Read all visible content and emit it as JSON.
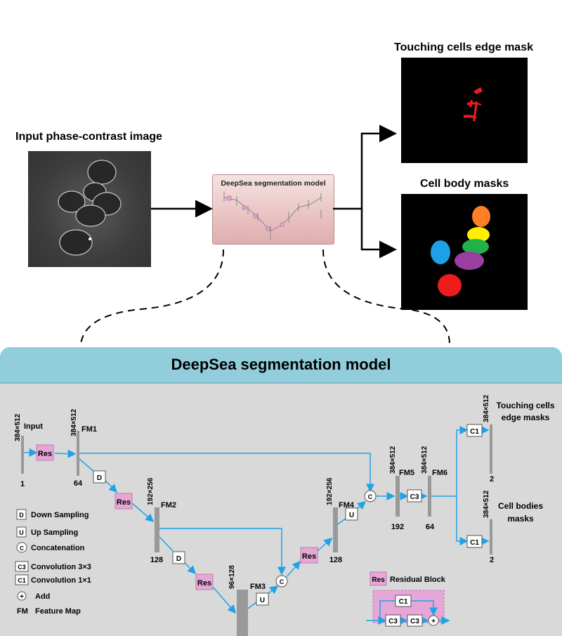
{
  "top": {
    "input_title": "Input phase-contrast image",
    "model_thumb_title": "DeepSea segmentation model",
    "edge_title": "Touching cells edge mask",
    "body_title": "Cell body masks"
  },
  "panel": {
    "title": "DeepSea segmentation model"
  },
  "net": {
    "input_label": "Input",
    "input_dim": "384×512",
    "input_ch": "1",
    "fm1": "FM1",
    "fm1_dim": "384×512",
    "fm1_ch": "64",
    "fm2": "FM2",
    "fm2_dim": "192×256",
    "fm2_ch": "128",
    "fm3": "FM3",
    "fm3_dim": "96×128",
    "fm4": "FM4",
    "fm4_dim": "192×256",
    "fm4_ch": "128",
    "fm5": "FM5",
    "fm5_dim": "384×512",
    "fm5_ch": "192",
    "fm6": "FM6",
    "fm6_dim": "384×512",
    "fm6_ch": "64",
    "out1_dim": "384×512",
    "out1_ch": "2",
    "out2_dim": "384×512",
    "out2_ch": "2",
    "out1_label_1": "Touching cells",
    "out1_label_2": "edge masks",
    "out2_label_1": "Cell bodies",
    "out2_label_2": "masks",
    "res": "Res",
    "d": "D",
    "u": "U",
    "c": "C",
    "c3": "C3",
    "c1": "C1",
    "plus": "+"
  },
  "legend": {
    "d_key": "D",
    "d_text": "Down Sampling",
    "u_key": "U",
    "u_text": "Up Sampling",
    "c_key": "C",
    "c_text": "Concatenation",
    "c3_key": "C3",
    "c3_text": "Convolution 3×3",
    "c1_key": "C1",
    "c1_text": "Convolution 1×1",
    "add_key": "+",
    "add_text": "Add",
    "fm_key": "FM",
    "fm_text": "Feature Map",
    "res_key": "Res",
    "res_text": "Residual Block"
  },
  "colors": {
    "arrow_blue": "#1fa3e6",
    "res_pink": "#e6a6d6",
    "panel_gray": "#d9d9d9",
    "header_blue": "#92cddc",
    "mask_red": "#ee1c1c",
    "mask_orange": "#ff7f27",
    "mask_yellow": "#ffef00",
    "mask_green": "#21b04b",
    "mask_purple": "#9b3ea1",
    "mask_cyan": "#1e9fe6"
  }
}
